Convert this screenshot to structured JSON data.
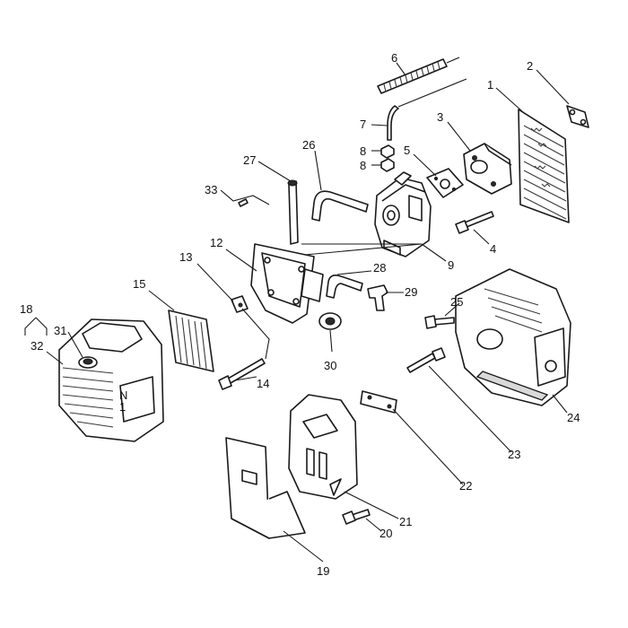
{
  "diagram": {
    "callouts": [
      {
        "id": "1",
        "label": "1"
      },
      {
        "id": "2",
        "label": "2"
      },
      {
        "id": "3",
        "label": "3"
      },
      {
        "id": "4",
        "label": "4"
      },
      {
        "id": "5",
        "label": "5"
      },
      {
        "id": "6",
        "label": "6"
      },
      {
        "id": "7",
        "label": "7"
      },
      {
        "id": "8a",
        "label": "8"
      },
      {
        "id": "8b",
        "label": "8"
      },
      {
        "id": "9",
        "label": "9"
      },
      {
        "id": "12",
        "label": "12"
      },
      {
        "id": "13",
        "label": "13"
      },
      {
        "id": "14",
        "label": "14"
      },
      {
        "id": "15",
        "label": "15"
      },
      {
        "id": "18",
        "label": "18"
      },
      {
        "id": "19",
        "label": "19"
      },
      {
        "id": "20",
        "label": "20"
      },
      {
        "id": "21",
        "label": "21"
      },
      {
        "id": "22",
        "label": "22"
      },
      {
        "id": "23",
        "label": "23"
      },
      {
        "id": "24",
        "label": "24"
      },
      {
        "id": "25",
        "label": "25"
      },
      {
        "id": "26",
        "label": "26"
      },
      {
        "id": "27",
        "label": "27"
      },
      {
        "id": "28",
        "label": "28"
      },
      {
        "id": "29",
        "label": "29"
      },
      {
        "id": "30",
        "label": "30"
      },
      {
        "id": "31",
        "label": "31"
      },
      {
        "id": "32",
        "label": "32"
      },
      {
        "id": "33",
        "label": "33"
      }
    ]
  }
}
